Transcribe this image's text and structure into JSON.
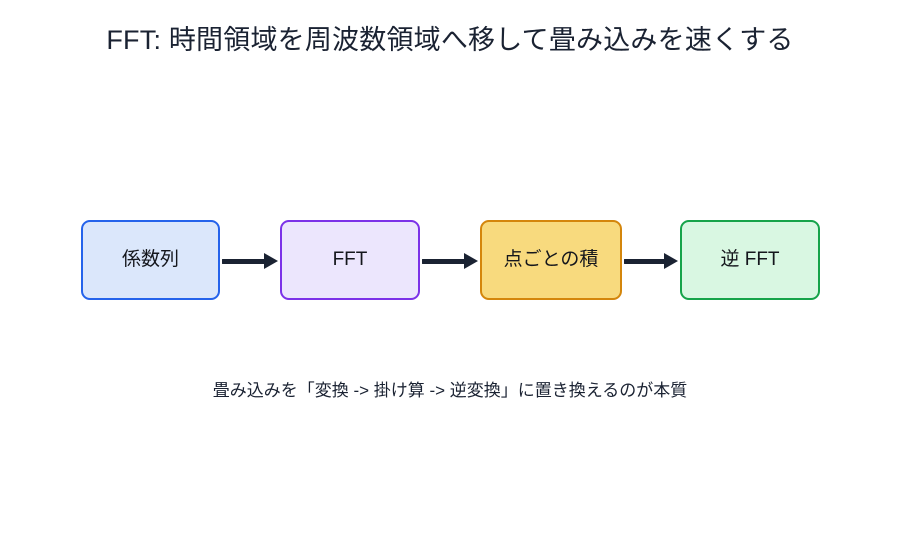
{
  "diagram": {
    "title": "FFT: 時間領域を周波数領域へ移して畳み込みを速くする",
    "caption": "畳み込みを「変換 -> 掛け算 -> 逆変換」に置き換えるのが本質",
    "background_color": "#ffffff",
    "title_color": "#1a2232",
    "arrow_color": "#1a2232",
    "nodes": [
      {
        "id": "coefficients",
        "label": "係数列",
        "fill_color": "#dbe7fb",
        "border_color": "#2563eb",
        "text_color": "#14161c"
      },
      {
        "id": "fft",
        "label": "FFT",
        "fill_color": "#ece6fd",
        "border_color": "#7c32e8",
        "text_color": "#14161c"
      },
      {
        "id": "pointwise-product",
        "label": "点ごとの積",
        "fill_color": "#f8da7e",
        "border_color": "#d4860c",
        "text_color": "#14161c"
      },
      {
        "id": "inverse-fft",
        "label": "逆 FFT",
        "fill_color": "#d9f7e2",
        "border_color": "#16a34a",
        "text_color": "#14161c"
      }
    ],
    "edges": [
      {
        "id": "edge-1",
        "from": "coefficients",
        "to": "fft",
        "label": ""
      },
      {
        "id": "edge-2",
        "from": "fft",
        "to": "pointwise-product",
        "label": ""
      },
      {
        "id": "edge-3",
        "from": "pointwise-product",
        "to": "inverse-fft",
        "label": ""
      }
    ]
  }
}
